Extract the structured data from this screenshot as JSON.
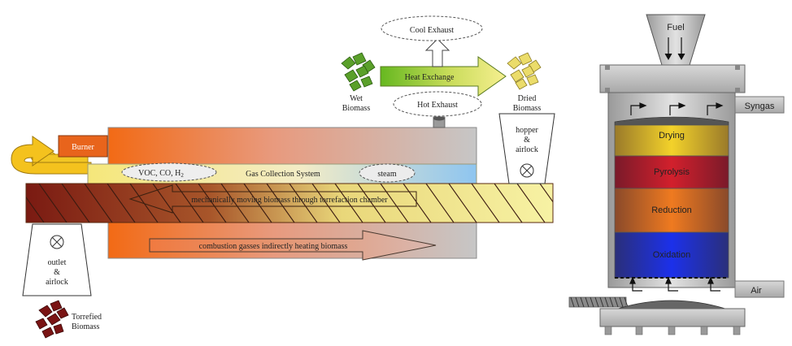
{
  "torrefaction": {
    "cool_exhaust": "Cool Exhaust",
    "heat_exchange": "Heat Exchange",
    "hot_exhaust": "Hot Exhaust",
    "wet_biomass": [
      "Wet",
      "Biomass"
    ],
    "dried_biomass": [
      "Dried",
      "Biomass"
    ],
    "hopper": [
      "hopper",
      "&",
      "airlock"
    ],
    "burner": "Burner",
    "gas_collection": "Gas Collection System",
    "voc": "VOC, CO, H",
    "voc_subscript": "2",
    "steam": "steam",
    "moving_biomass": "mechanically moving biomass through torrefaction chamber",
    "combustion_gasses": "combustion gasses indirectly heating biomass",
    "outlet": [
      "outlet",
      "&",
      "airlock"
    ],
    "torrefied_biomass": [
      "Torrefied",
      "Biomass"
    ]
  },
  "gasifier": {
    "fuel": "Fuel",
    "syngas": "Syngas",
    "air": "Air",
    "zones": [
      "Drying",
      "Pyrolysis",
      "Reduction",
      "Oxidation"
    ]
  },
  "colors": {
    "burner_orange": "#e8641c",
    "chamber_hot": "#f26f1f",
    "chamber_cool": "#c4c4c4",
    "screw_dark": "#7a1c14",
    "screw_light": "#f5ef9a",
    "drying": "#f0cf2a",
    "pyrolysis": "#c81e2a",
    "reduction": "#e5731e",
    "oxidation": "#1c2fe0",
    "metal": "#bdbdbd"
  }
}
